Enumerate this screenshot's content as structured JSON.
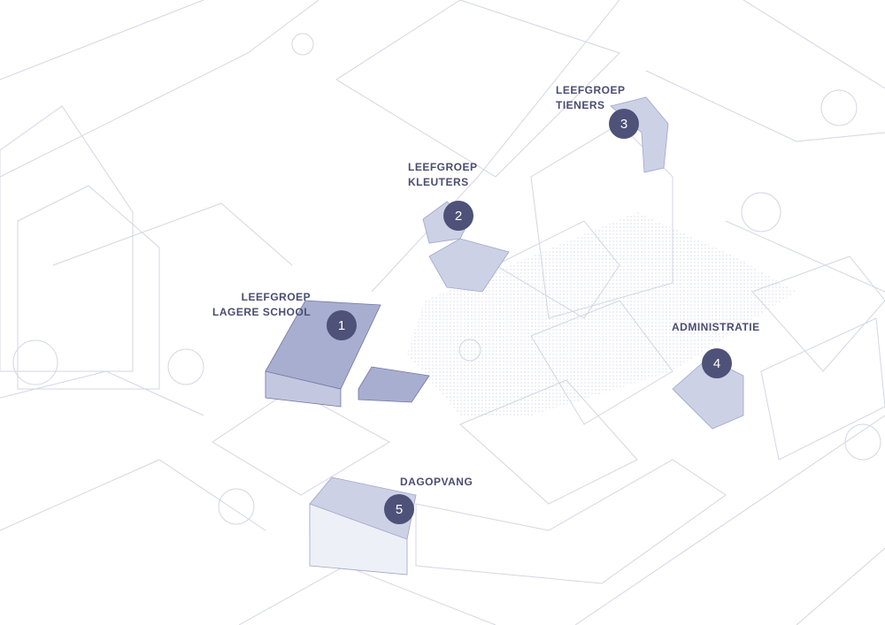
{
  "map": {
    "colors": {
      "marker": "#4e5178",
      "highlight": "#a8aed0",
      "highlight_light": "#cdd1e6",
      "line": "#c9ccdc",
      "label": "#4a4d70"
    },
    "locations": [
      {
        "number": "1",
        "line1": "LEEFGROEP",
        "line2": "LAGERE SCHOOL"
      },
      {
        "number": "2",
        "line1": "LEEFGROEP",
        "line2": "KLEUTERS"
      },
      {
        "number": "3",
        "line1": "LEEFGROEP",
        "line2": "TIENERS"
      },
      {
        "number": "4",
        "line1": "ADMINISTRATIE",
        "line2": ""
      },
      {
        "number": "5",
        "line1": "DAGOPVANG",
        "line2": ""
      }
    ]
  }
}
